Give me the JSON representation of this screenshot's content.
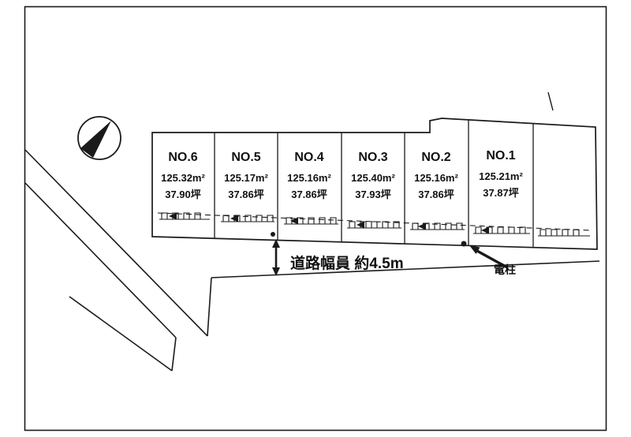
{
  "page": {
    "background": "#ffffff",
    "line_color": "#1a1a1a"
  },
  "plots": [
    {
      "name": "NO.6",
      "area_m2": "125.32m²",
      "area_tsubo": "37.90坪"
    },
    {
      "name": "NO.5",
      "area_m2": "125.17m²",
      "area_tsubo": "37.86坪"
    },
    {
      "name": "NO.4",
      "area_m2": "125.16m²",
      "area_tsubo": "37.86坪"
    },
    {
      "name": "NO.3",
      "area_m2": "125.40m²",
      "area_tsubo": "37.93坪"
    },
    {
      "name": "NO.2",
      "area_m2": "125.16m²",
      "area_tsubo": "37.86坪"
    },
    {
      "name": "NO.1",
      "area_m2": "125.21m²",
      "area_tsubo": "37.87坪"
    }
  ],
  "road": {
    "width_label": "道路幅員 約4.5m"
  },
  "utility_pole": {
    "label": "電柱"
  },
  "icons": {
    "north_marker": "north-arrow-icon"
  }
}
